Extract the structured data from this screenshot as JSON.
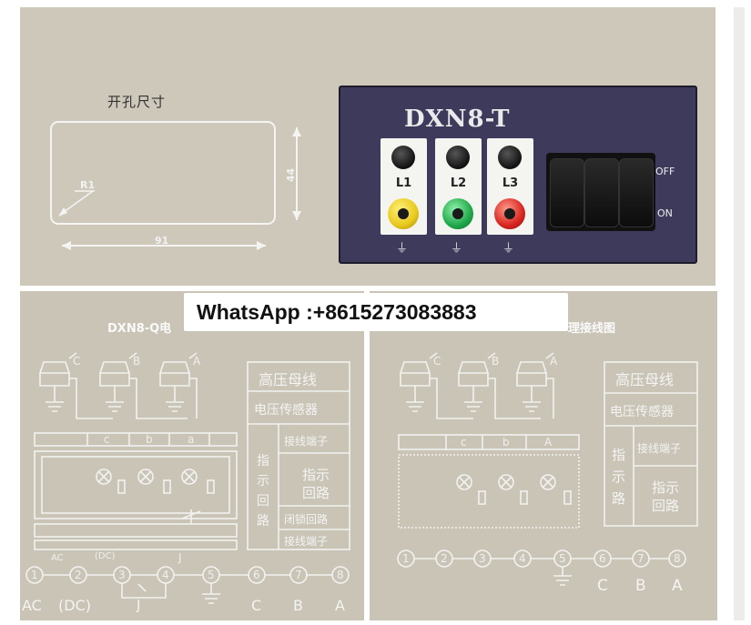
{
  "drawing": {
    "title": "开孔尺寸",
    "width": "91",
    "height": "44",
    "radius": "R1"
  },
  "device": {
    "model": "DXN8-T",
    "indicators": [
      {
        "label": "L1",
        "jack_color": "#e8c81a"
      },
      {
        "label": "L2",
        "jack_color": "#1fa84a"
      },
      {
        "label": "L3",
        "jack_color": "#d8251f"
      }
    ],
    "ground_symbol": "⏚",
    "switch_off": "OFF",
    "switch_on": "ON",
    "body_color": "#3d3a5c"
  },
  "watermark": "WhatsApp :+8615273083883",
  "left_diagram": {
    "title_visible": "DXN8-Q电",
    "phases": [
      "C",
      "B",
      "A"
    ],
    "term_row": [
      "c",
      "b",
      "a"
    ],
    "legend": {
      "bus": "高压母线",
      "sensor": "电压传感器",
      "terminal": "接线端子",
      "indicate": "指示回路",
      "indicate_side": "指示回路",
      "lock": "闭锁回路",
      "terminal2": "接线端子"
    },
    "bottom_labels": {
      "ac": "AC",
      "dc": "(DC)",
      "plus": "+",
      "j": "J"
    },
    "terminals": [
      "1",
      "2",
      "3",
      "4",
      "5",
      "6",
      "7",
      "8"
    ],
    "terminal_labels": [
      "AC",
      "(DC)",
      "J",
      "",
      "",
      "C",
      "B",
      "A"
    ]
  },
  "right_diagram": {
    "title_visible": "理接线图",
    "phases": [
      "C",
      "B",
      "A"
    ],
    "term_row": [
      "c",
      "b",
      "A"
    ],
    "legend": {
      "bus": "高压母线",
      "sensor": "电压传感器",
      "indicate_side": "指示路",
      "terminal": "接线端子",
      "indicate": "指示回路"
    },
    "terminals": [
      "1",
      "2",
      "3",
      "4",
      "5",
      "6",
      "7",
      "8"
    ],
    "terminal_labels": [
      "C",
      "B",
      "A"
    ]
  }
}
